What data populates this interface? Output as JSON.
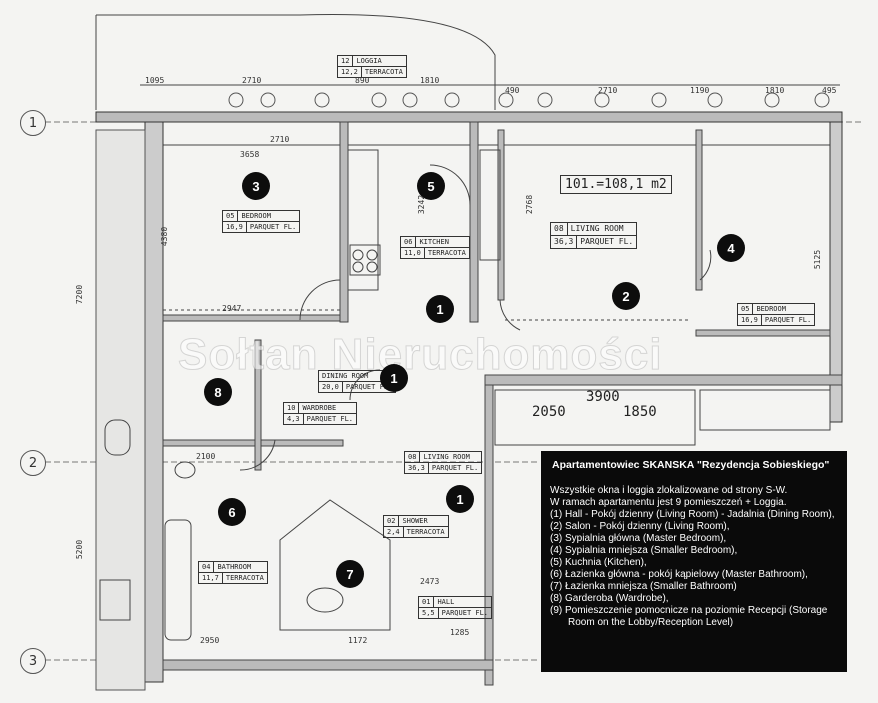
{
  "grid_labels": [
    "1",
    "2",
    "3"
  ],
  "markers": [
    {
      "label": "1"
    },
    {
      "label": "1"
    },
    {
      "label": "1"
    },
    {
      "label": "2"
    },
    {
      "label": "3"
    },
    {
      "label": "4"
    },
    {
      "label": "5"
    },
    {
      "label": "6"
    },
    {
      "label": "7"
    },
    {
      "label": "8"
    }
  ],
  "watermark": "Sołtan Nieruchomości",
  "area_label": "101.=108,1 m2",
  "room_tags": [
    {
      "num": "12",
      "name": "LOGGIA",
      "area": "12,2",
      "floor": "TERRACOTA"
    },
    {
      "num": "05",
      "name": "BEDROOM",
      "area": "16,9",
      "floor": "PARQUET FL."
    },
    {
      "num": "06",
      "name": "KITCHEN",
      "area": "11,0",
      "floor": "TERRACOTA"
    },
    {
      "num": "08",
      "name": "LIVING ROOM",
      "area": "36,3",
      "floor": "PARQUET FL."
    },
    {
      "num": "05",
      "name": "BEDROOM",
      "area": "16,9",
      "floor": "PARQUET FL."
    },
    {
      "num": "10",
      "name": "WARDROBE",
      "area": "4,3",
      "floor": "PARQUET FL."
    },
    {
      "num": "08",
      "name": "LIVING ROOM",
      "area": "36,3",
      "floor": "PARQUET FL."
    },
    {
      "num": "02",
      "name": "SHOWER",
      "area": "2,4",
      "floor": "TERRACOTA"
    },
    {
      "num": "04",
      "name": "BATHROOM",
      "area": "11,7",
      "floor": "TERRACOTA"
    },
    {
      "num": "01",
      "name": "HALL",
      "area": "5,5",
      "floor": "PARQUET FL."
    },
    {
      "num": "",
      "name": "DINING ROOM",
      "area": "20,0",
      "floor": "PARQUET FL."
    }
  ],
  "dimensions": [
    "1095",
    "2710",
    "890",
    "1810",
    "490",
    "2710",
    "1190",
    "1810",
    "495",
    "2710",
    "3658",
    "2947",
    "3900",
    "2050",
    "1850",
    "2100",
    "2473",
    "2950",
    "1285",
    "1172",
    "7200",
    "5200",
    "4380",
    "5125",
    "2768",
    "3242"
  ],
  "legend": {
    "title": "Apartamentowiec SKANSKA \"Rezydencja Sobieskiego\"",
    "intro1": "Wszystkie okna i loggia zlokalizowane od strony S-W.",
    "intro2": "W ramach apartamentu jest 9 pomieszczeń + Loggia.",
    "items": [
      "(1)  Hall - Pokój dzienny (Living Room) - Jadalnia (Dining Room),",
      "(2)  Salon - Pokój dzienny (Living Room),",
      "(3)  Sypialnia główna (Master Bedroom),",
      "(4)  Sypialnia mniejsza (Smaller Bedroom),",
      "(5)  Kuchnia (Kitchen),",
      "(6)  Łazienka główna - pokój kąpielowy (Master Bathroom),",
      "(7)  Łazienka mniejsza (Smaller Bathroom)",
      "(8)  Garderoba (Wardrobe),",
      "(9)  Pomieszczenie pomocnicze na poziomie Recepcji (Storage Room on the Lobby/Reception Level)"
    ]
  }
}
